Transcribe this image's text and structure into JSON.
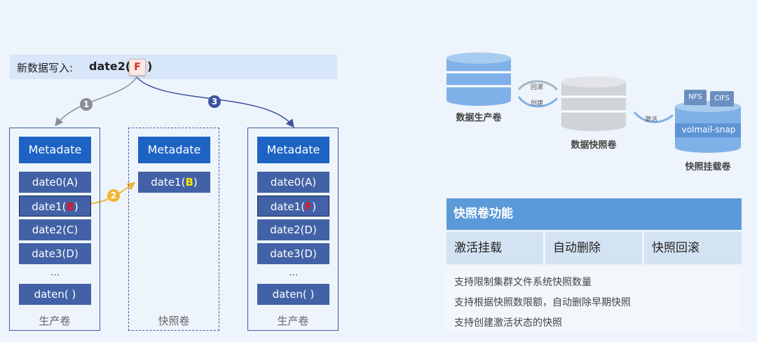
{
  "banner": {
    "label": "新数据写入:",
    "date_text": "date2(",
    "f_text": "F",
    "close_text": ")"
  },
  "steps": [
    "1",
    "2",
    "3"
  ],
  "columns": {
    "production": {
      "meta": "Metadate",
      "rows": [
        "date0(A)",
        "date2(C)",
        "date3(D)"
      ],
      "sel_prefix": "date1(",
      "sel_letter": "B",
      "sel_suffix": ")",
      "dots": "...",
      "last": "daten(  )",
      "label": "生产卷"
    },
    "snapshot": {
      "meta": "Metadate",
      "row_prefix": "date1(",
      "row_letter": "B",
      "row_suffix": ")",
      "label": "快照卷"
    },
    "production2": {
      "meta": "Metadate",
      "rows": [
        "date0(A)",
        "date2(D)",
        "date3(D)"
      ],
      "sel_prefix": "date1(",
      "sel_letter": "F",
      "sel_suffix": ")",
      "dots": "...",
      "last": "daten(  )",
      "label": "生产卷"
    }
  },
  "right_diagram": {
    "production_label": "数据生产卷",
    "snapshot_label": "数据快照卷",
    "mount_label": "快照挂载卷",
    "rollback": "回滚",
    "create": "创建",
    "activate": "激活",
    "nfs": "NFS",
    "cifs": "CIFS",
    "mount_name": "volmail-snap"
  },
  "panel": {
    "title": "快照卷功能",
    "tabs": [
      "激活挂载",
      "自动删除",
      "快照回滚"
    ],
    "lines": [
      "支持限制集群文件系统快照数量",
      "支持根据快照数限额，自动删除早期快照",
      "支持创建激活状态的快照"
    ]
  },
  "colors": {
    "metadata_blue": "#1d63c4",
    "row_blue": "#4261a6",
    "panel_header": "#5b9ad8",
    "step1": "#8a8f96",
    "step2": "#f2b636",
    "step3": "#3d53a0"
  }
}
